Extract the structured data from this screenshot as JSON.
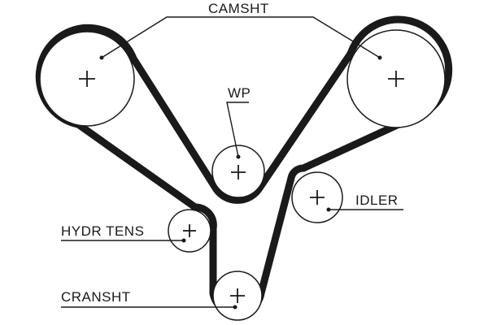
{
  "labels": {
    "camshaft": "CAMSHT",
    "water_pump": "WP",
    "idler": "IDLER",
    "hydraulic_tensioner": "HYDR TENS",
    "crankshaft": "CRANSHT"
  },
  "colors": {
    "belt": "#1a1a1a",
    "background": "#ffffff"
  },
  "icons": {
    "pulley_center_marker": "plus-cross-icon"
  }
}
